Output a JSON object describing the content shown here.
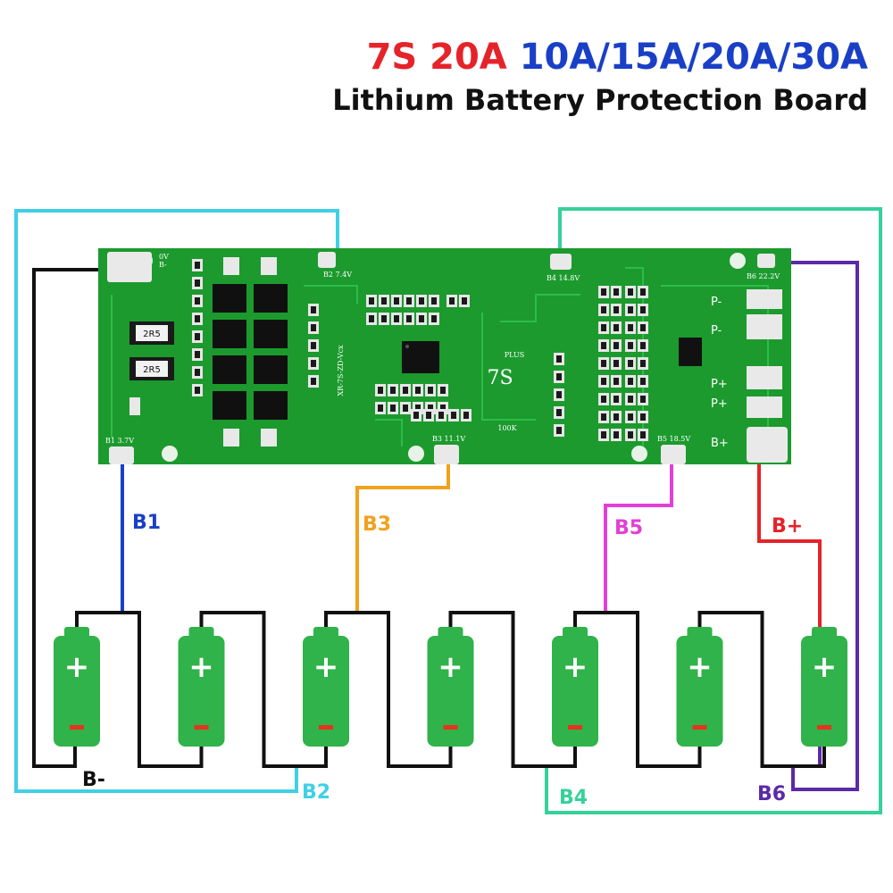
{
  "title": {
    "part_red": "7S 20A",
    "part_blue": "10A/15A/20A/30A",
    "subtitle": "Lithium Battery Protection Board",
    "red_color": "#e5232a",
    "blue_color": "#1a3fc7"
  },
  "board": {
    "silkscreen": "XR-7S-ZD-Vcx",
    "center_mark": "7S",
    "plus_mark": "PLUS",
    "resistor_marks": [
      "2R5",
      "2R5"
    ],
    "resistor_value": "100K",
    "pad_labels": {
      "b_minus": "0V\nB-",
      "b1": "B1 3.7V",
      "b2": "B2 7.4V",
      "b3": "B3 11.1V",
      "b4": "B4 14.8V",
      "b5": "B5 18.5V",
      "b6": "B6 22.2V"
    },
    "power_pads": [
      "P-",
      "P-",
      "P+",
      "P+",
      "B+"
    ],
    "board_color": "#1c9a2e"
  },
  "wires": {
    "b_minus": "B-",
    "b1": "B1",
    "b2": "B2",
    "b3": "B3",
    "b4": "B4",
    "b5": "B5",
    "b6": "B6",
    "b_plus": "B+"
  },
  "wire_colors": {
    "b_minus": "#111111",
    "b1": "#1a3fc7",
    "b2": "#3fd0e6",
    "b3": "#f0a21e",
    "b4": "#35d19a",
    "b5": "#e23fd8",
    "b6": "#5a2aa8",
    "b_plus": "#e5232a"
  },
  "batteries": {
    "count": 7,
    "plus": "+",
    "minus": "-",
    "color": "#2fb34a"
  }
}
